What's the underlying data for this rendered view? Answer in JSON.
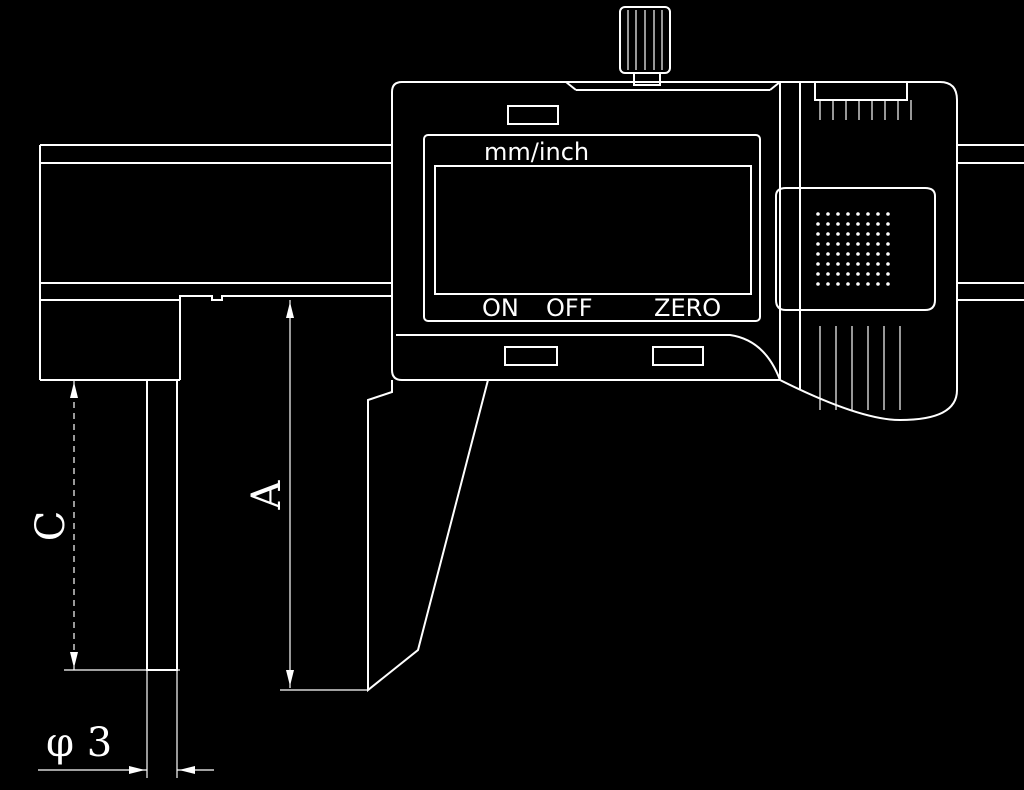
{
  "display": {
    "unit_label": "mm/inch",
    "buttons": [
      "ON",
      "OFF",
      "ZERO"
    ]
  },
  "dimensions": {
    "a": "A",
    "c": "C",
    "phi": "φ 3"
  },
  "colors": {
    "background": "#000000",
    "line": "#ffffff"
  }
}
